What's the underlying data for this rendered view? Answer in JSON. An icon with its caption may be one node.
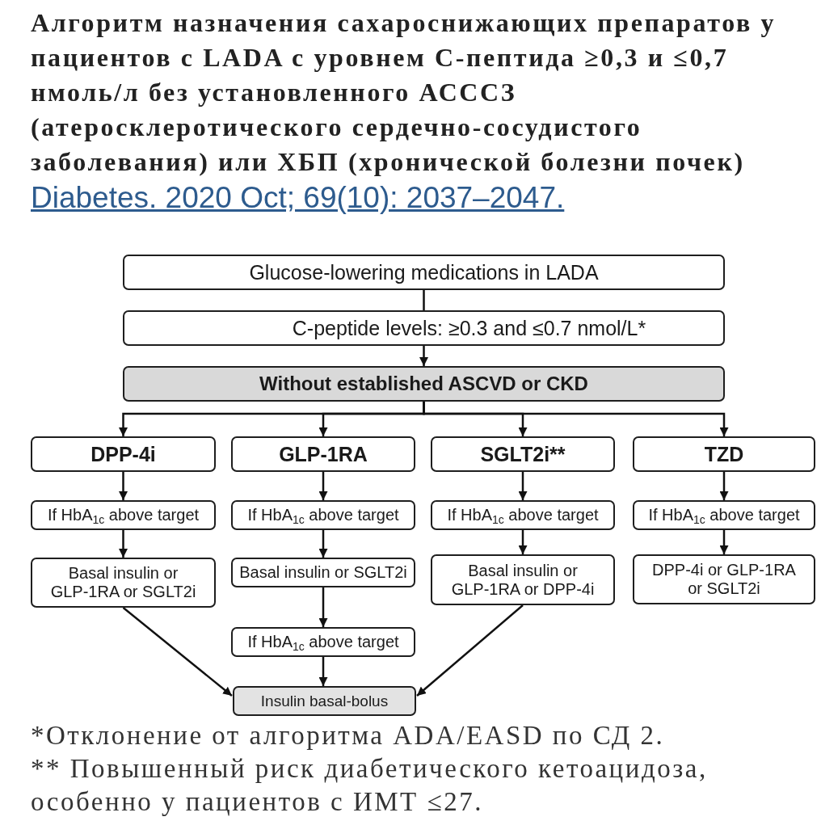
{
  "diagram": {
    "title": "Алгоритм назначения сахароснижающих препаратов у пациентов с LADA с уровнем С-пептида ≥0,3 и ≤0,7 нмоль/л без установленного АСССЗ (атеросклеротического сердечно-сосудистого заболевания) или ХБП (хронической болезни почек)",
    "nodes": [
      {
        "text": [
          "Glucose-lowering medications in LADA"
        ]
      },
      {
        "text": [
          "C-peptide levels: ≥0.3 and ≤0.7 nmol/L*"
        ]
      },
      {
        "text": [
          "Without established ASCVD or CKD"
        ]
      },
      {
        "text": [
          "DPP-4i"
        ]
      },
      {
        "text": [
          "GLP-1RA"
        ]
      },
      {
        "text": [
          "SGLT2i**"
        ]
      },
      {
        "text": [
          "TZD"
        ]
      },
      {
        "text": [
          "If HbA$_{1c}$ above target"
        ]
      },
      {
        "text": [
          "If HbA$_{1c}$ above target"
        ]
      },
      {
        "text": [
          "If HbA$_{1c}$ above target"
        ]
      },
      {
        "text": [
          "If HbA$_{1c}$ above target"
        ]
      },
      {
        "text": [
          "Basal insulin or GLP-1RA or SGLT2i"
        ]
      },
      {
        "text": [
          "Basal insulin or SGLT2i"
        ]
      },
      {
        "text": [
          "Basal insulin or GLP-1RA or DPP-4i"
        ]
      },
      {
        "text": [
          "DPP-4i or GLP-1RA or SGLT2i"
        ]
      },
      {
        "text": [
          "If HbA$_{1c}$ above target"
        ]
      },
      {
        "text": [
          "Insulin basal-bolus"
        ]
      }
    ],
    "edges": [
      {
        "from": 0,
        "to": 1,
        "arrow": "none"
      },
      {
        "from": 1,
        "to": 2,
        "arrow": "to"
      },
      {
        "from": 2,
        "to": 3,
        "arrow": "to"
      },
      {
        "from": 2,
        "to": 4,
        "arrow": "to"
      },
      {
        "from": 2,
        "to": 5,
        "arrow": "to"
      },
      {
        "from": 2,
        "to": 6,
        "arrow": "to"
      },
      {
        "from": 3,
        "to": 7,
        "arrow": "to"
      },
      {
        "from": 4,
        "to": 8,
        "arrow": "to"
      },
      {
        "from": 5,
        "to": 9,
        "arrow": "to"
      },
      {
        "from": 6,
        "to": 10,
        "arrow": "to"
      },
      {
        "from": 7,
        "to": 11,
        "arrow": "to"
      },
      {
        "from": 8,
        "to": 12,
        "arrow": "to"
      },
      {
        "from": 9,
        "to": 13,
        "arrow": "to"
      },
      {
        "from": 10,
        "to": 14,
        "arrow": "to"
      },
      {
        "from": 12,
        "to": 15,
        "arrow": "to"
      },
      {
        "from": 11,
        "to": 16,
        "arrow": "to"
      },
      {
        "from": 15,
        "to": 16,
        "arrow": "to"
      },
      {
        "from": 13,
        "to": 16,
        "arrow": "to"
      }
    ],
    "labels": [
      "Diabetes. 2020 Oct; 69(10): 2037–2047.",
      "*Отклонение от алгоритма ADA/EASD по СД 2.",
      "** Повышенный риск диабетического кетоацидоза, особенно у пациентов с ИМТ ≤27."
    ]
  }
}
